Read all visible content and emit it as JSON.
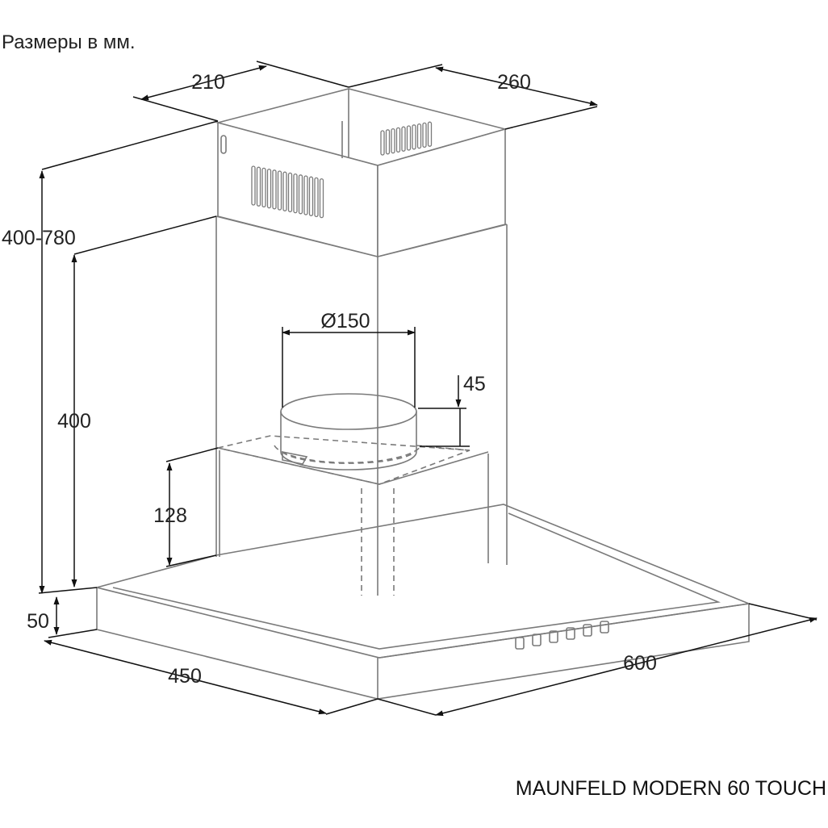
{
  "header": {
    "units_note": "Размеры в мм."
  },
  "footer": {
    "model_name": "MAUNFELD MODERN 60 TOUCH"
  },
  "dimensions": {
    "chimney_depth": "210",
    "chimney_width": "260",
    "total_height_range": "400-780",
    "chimney_height": "400",
    "outlet_diameter": "Ø150",
    "outlet_collar_height": "45",
    "motor_box_height": "128",
    "canopy_thickness": "50",
    "canopy_depth": "450",
    "canopy_width": "600"
  },
  "control_panel": {
    "button_count": 6
  }
}
